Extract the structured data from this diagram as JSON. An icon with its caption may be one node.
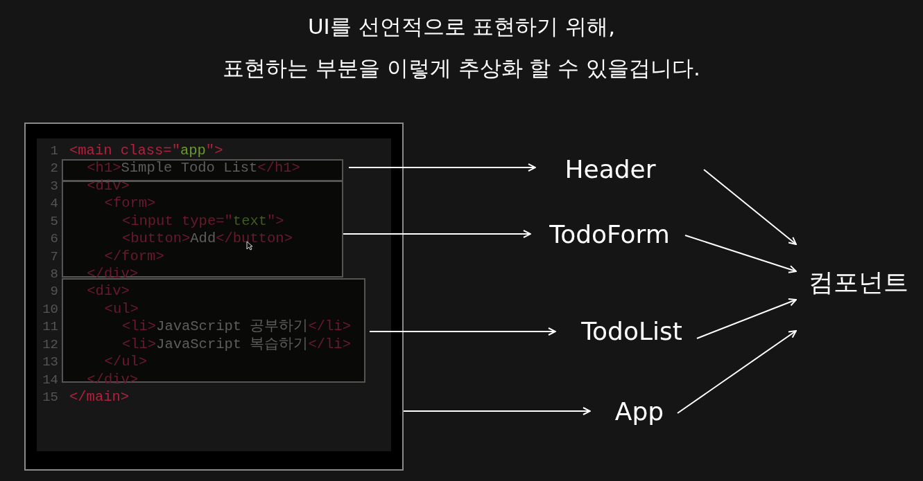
{
  "diagram": {
    "nodes": [
      {
        "text": [],
        "shape": "box"
      },
      {
        "text": [],
        "shape": "box",
        "in": 0
      },
      {
        "text": [],
        "shape": "box",
        "in": 0
      },
      {
        "text": [],
        "shape": "box",
        "in": 0
      },
      {
        "text": [
          "Header"
        ]
      },
      {
        "text": [
          "TodoForm"
        ]
      },
      {
        "text": [
          "TodoList"
        ]
      },
      {
        "text": [
          "App"
        ]
      },
      {
        "text": [
          "컴포넌트"
        ]
      }
    ],
    "edges": [
      {
        "from": 1,
        "to": 4,
        "arrow": "to"
      },
      {
        "from": 2,
        "to": 5,
        "arrow": "to"
      },
      {
        "from": 3,
        "to": 6,
        "arrow": "to"
      },
      {
        "from": 0,
        "to": 7,
        "arrow": "to"
      },
      {
        "from": 4,
        "to": 8,
        "arrow": "to"
      },
      {
        "from": 5,
        "to": 8,
        "arrow": "to"
      },
      {
        "from": 6,
        "to": 8,
        "arrow": "to"
      },
      {
        "from": 7,
        "to": 8,
        "arrow": "to"
      }
    ],
    "labels": [
      "UI를 선언적으로 표현하기 위해,",
      "표현하는 부분을 이렇게 추상화 할 수 있을겁니다.",
      "1",
      "<main class=\"app\">",
      "2",
      "<h1>Simple Todo List</h1>",
      "3",
      "<div>",
      "4",
      "<form>",
      "5",
      "<input type=\"text\">",
      "6",
      "<button>Add</button>",
      "7",
      "</form>",
      "8",
      "</div>",
      "9",
      "<div>",
      "10",
      "<ul>",
      "11",
      "<li>JavaScript 공부하기</li>",
      "12",
      "<li>JavaScript 복습하기</li>",
      "13",
      "</ul>",
      "14",
      "</div>",
      "15",
      "</main>"
    ]
  }
}
